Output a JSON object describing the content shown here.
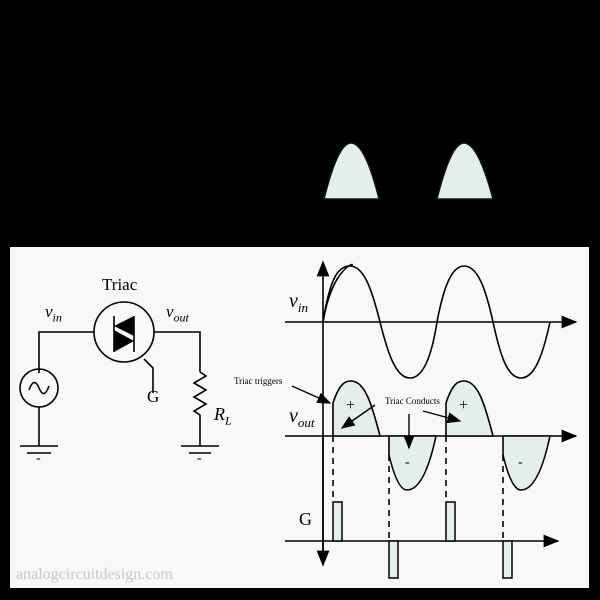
{
  "colors": {
    "background": "#000000",
    "panel": "#f8f8f8",
    "fill": "#e4efea",
    "stroke": "#000000",
    "watermark": "#c8c8c8"
  },
  "circuit": {
    "title": "Triac",
    "vin_label": "v",
    "vin_sub": "in",
    "vout_label": "v",
    "vout_sub": "out",
    "gate_label": "G",
    "load_label": "R",
    "load_sub": "L",
    "ground_minus_left": "-",
    "ground_minus_right": "-"
  },
  "waveforms": {
    "vin_label": "v",
    "vin_sub": "in",
    "vout_label": "v",
    "vout_sub": "out",
    "gate_label": "G",
    "annotation_triggers": "Triac triggers",
    "annotation_conducts": "Triac Conducts",
    "plus_1": "+",
    "plus_2": "+",
    "minus_1": "-",
    "minus_2": "-"
  },
  "watermark": "analogcircuitdesign.com"
}
